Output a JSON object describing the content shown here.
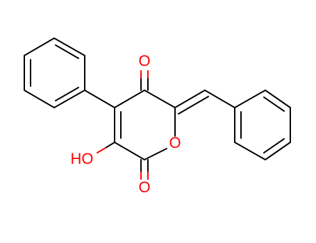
{
  "molecule": {
    "atoms": {
      "o_top": "O",
      "o_bottom": "O",
      "o_ring": "O",
      "hydroxyl": "HO"
    },
    "colors": {
      "bond": "#000000",
      "oxygen": "#ff0000",
      "background": "#ffffff"
    }
  }
}
